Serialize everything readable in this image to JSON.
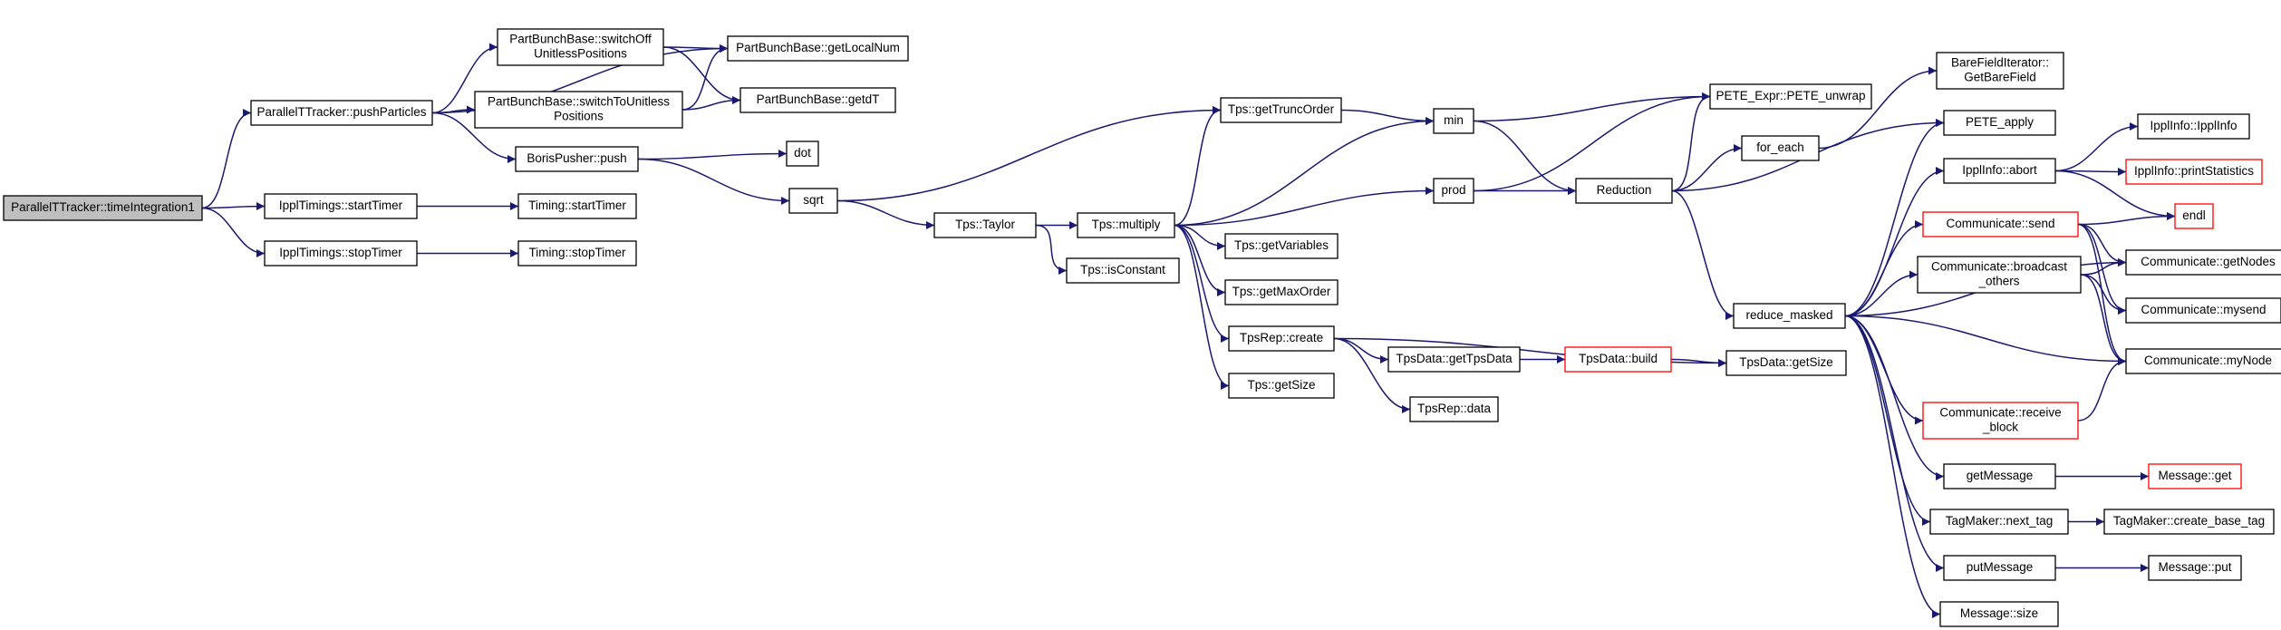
{
  "graph": {
    "title": "",
    "colors": {
      "edge": "#191970",
      "node_border": "#000000",
      "truncated_border": "#ff0000",
      "root_fill": "#bfbfbf",
      "node_fill": "#ffffff"
    },
    "nodes": [
      {
        "id": "root",
        "lines": [
          "ParallelTTracker::timeIntegration1"
        ],
        "kind": "root"
      },
      {
        "id": "pushParticles",
        "lines": [
          "ParallelTTracker::pushParticles"
        ]
      },
      {
        "id": "startTimerI",
        "lines": [
          "IpplTimings::startTimer"
        ]
      },
      {
        "id": "stopTimerI",
        "lines": [
          "IpplTimings::stopTimer"
        ]
      },
      {
        "id": "switchOff",
        "lines": [
          "PartBunchBase::switchOff",
          "UnitlessPositions"
        ]
      },
      {
        "id": "switchTo",
        "lines": [
          "PartBunchBase::switchToUnitless",
          "Positions"
        ]
      },
      {
        "id": "getLocalNum",
        "lines": [
          "PartBunchBase::getLocalNum"
        ]
      },
      {
        "id": "getdT",
        "lines": [
          "PartBunchBase::getdT"
        ]
      },
      {
        "id": "borisPush",
        "lines": [
          "BorisPusher::push"
        ]
      },
      {
        "id": "dot",
        "lines": [
          "dot"
        ]
      },
      {
        "id": "timingStart",
        "lines": [
          "Timing::startTimer"
        ]
      },
      {
        "id": "timingStop",
        "lines": [
          "Timing::stopTimer"
        ]
      },
      {
        "id": "sqrt",
        "lines": [
          "sqrt"
        ]
      },
      {
        "id": "taylor",
        "lines": [
          "Tps::Taylor"
        ]
      },
      {
        "id": "isConstant",
        "lines": [
          "Tps::isConstant"
        ]
      },
      {
        "id": "multiply",
        "lines": [
          "Tps::multiply"
        ]
      },
      {
        "id": "getTruncOrder",
        "lines": [
          "Tps::getTruncOrder"
        ]
      },
      {
        "id": "getVariables",
        "lines": [
          "Tps::getVariables"
        ]
      },
      {
        "id": "getMaxOrder",
        "lines": [
          "Tps::getMaxOrder"
        ]
      },
      {
        "id": "tpsRepCreate",
        "lines": [
          "TpsRep::create"
        ]
      },
      {
        "id": "tpsGetSize",
        "lines": [
          "Tps::getSize"
        ]
      },
      {
        "id": "min",
        "lines": [
          "min"
        ]
      },
      {
        "id": "prod",
        "lines": [
          "prod"
        ]
      },
      {
        "id": "getTpsData",
        "lines": [
          "TpsData::getTpsData"
        ]
      },
      {
        "id": "tpsRepData",
        "lines": [
          "TpsRep::data"
        ]
      },
      {
        "id": "tpsDataBuild",
        "lines": [
          "TpsData::build"
        ],
        "kind": "trunc"
      },
      {
        "id": "tpsDataGetSize",
        "lines": [
          "TpsData::getSize"
        ]
      },
      {
        "id": "peteUnwrap",
        "lines": [
          "PETE_Expr::PETE_unwrap"
        ]
      },
      {
        "id": "reduction",
        "lines": [
          "Reduction"
        ]
      },
      {
        "id": "forEach",
        "lines": [
          "for_each"
        ]
      },
      {
        "id": "reduceMasked",
        "lines": [
          "reduce_masked"
        ]
      },
      {
        "id": "bareField",
        "lines": [
          "BareFieldIterator::",
          "GetBareField"
        ]
      },
      {
        "id": "peteApply",
        "lines": [
          "PETE_apply"
        ]
      },
      {
        "id": "ipplAbort",
        "lines": [
          "IpplInfo::abort"
        ]
      },
      {
        "id": "commSend",
        "lines": [
          "Communicate::send"
        ],
        "kind": "trunc"
      },
      {
        "id": "commBroadcast",
        "lines": [
          "Communicate::broadcast",
          "_others"
        ]
      },
      {
        "id": "commReceive",
        "lines": [
          "Communicate::receive",
          "_block"
        ],
        "kind": "trunc"
      },
      {
        "id": "getMessage",
        "lines": [
          "getMessage"
        ]
      },
      {
        "id": "nextTag",
        "lines": [
          "TagMaker::next_tag"
        ]
      },
      {
        "id": "putMessage",
        "lines": [
          "putMessage"
        ]
      },
      {
        "id": "msgSize",
        "lines": [
          "Message::size"
        ]
      },
      {
        "id": "ipplInfoCtor",
        "lines": [
          "IpplInfo::IpplInfo"
        ]
      },
      {
        "id": "printStats",
        "lines": [
          "IpplInfo::printStatistics"
        ],
        "kind": "trunc"
      },
      {
        "id": "endl",
        "lines": [
          "endl"
        ],
        "kind": "trunc"
      },
      {
        "id": "getNodes",
        "lines": [
          "Communicate::getNodes"
        ]
      },
      {
        "id": "mysend",
        "lines": [
          "Communicate::mysend"
        ]
      },
      {
        "id": "myNode",
        "lines": [
          "Communicate::myNode"
        ]
      },
      {
        "id": "msgGet",
        "lines": [
          "Message::get"
        ],
        "kind": "trunc"
      },
      {
        "id": "createBaseTag",
        "lines": [
          "TagMaker::create_base_tag"
        ]
      },
      {
        "id": "msgPut",
        "lines": [
          "Message::put"
        ]
      }
    ],
    "edges": [
      [
        "root",
        "pushParticles"
      ],
      [
        "root",
        "startTimerI"
      ],
      [
        "root",
        "stopTimerI"
      ],
      [
        "pushParticles",
        "switchOff"
      ],
      [
        "pushParticles",
        "getLocalNum"
      ],
      [
        "pushParticles",
        "switchTo"
      ],
      [
        "pushParticles",
        "borisPush"
      ],
      [
        "switchOff",
        "getLocalNum"
      ],
      [
        "switchOff",
        "getdT"
      ],
      [
        "switchTo",
        "getLocalNum"
      ],
      [
        "switchTo",
        "getdT"
      ],
      [
        "startTimerI",
        "timingStart"
      ],
      [
        "stopTimerI",
        "timingStop"
      ],
      [
        "borisPush",
        "dot"
      ],
      [
        "borisPush",
        "sqrt"
      ],
      [
        "sqrt",
        "getTruncOrder"
      ],
      [
        "sqrt",
        "taylor"
      ],
      [
        "taylor",
        "multiply"
      ],
      [
        "taylor",
        "isConstant"
      ],
      [
        "multiply",
        "getTruncOrder"
      ],
      [
        "multiply",
        "min"
      ],
      [
        "multiply",
        "prod"
      ],
      [
        "multiply",
        "getVariables"
      ],
      [
        "multiply",
        "getMaxOrder"
      ],
      [
        "multiply",
        "tpsRepCreate"
      ],
      [
        "multiply",
        "tpsGetSize"
      ],
      [
        "getTruncOrder",
        "min"
      ],
      [
        "tpsRepCreate",
        "getTpsData"
      ],
      [
        "tpsRepCreate",
        "tpsRepData"
      ],
      [
        "tpsRepCreate",
        "tpsDataGetSize"
      ],
      [
        "getTpsData",
        "tpsDataBuild"
      ],
      [
        "tpsDataBuild",
        "tpsDataGetSize"
      ],
      [
        "min",
        "peteUnwrap"
      ],
      [
        "min",
        "reduction"
      ],
      [
        "prod",
        "peteUnwrap"
      ],
      [
        "prod",
        "reduction"
      ],
      [
        "reduction",
        "peteUnwrap"
      ],
      [
        "reduction",
        "forEach"
      ],
      [
        "reduction",
        "peteApply"
      ],
      [
        "reduction",
        "reduceMasked"
      ],
      [
        "forEach",
        "bareField"
      ],
      [
        "reduceMasked",
        "peteApply"
      ],
      [
        "reduceMasked",
        "ipplAbort"
      ],
      [
        "reduceMasked",
        "commSend"
      ],
      [
        "reduceMasked",
        "getNodes"
      ],
      [
        "reduceMasked",
        "commBroadcast"
      ],
      [
        "reduceMasked",
        "myNode"
      ],
      [
        "reduceMasked",
        "commReceive"
      ],
      [
        "reduceMasked",
        "getMessage"
      ],
      [
        "reduceMasked",
        "nextTag"
      ],
      [
        "reduceMasked",
        "putMessage"
      ],
      [
        "reduceMasked",
        "msgSize"
      ],
      [
        "ipplAbort",
        "ipplInfoCtor"
      ],
      [
        "ipplAbort",
        "printStats"
      ],
      [
        "ipplAbort",
        "endl"
      ],
      [
        "commSend",
        "endl"
      ],
      [
        "commSend",
        "getNodes"
      ],
      [
        "commSend",
        "mysend"
      ],
      [
        "commSend",
        "myNode"
      ],
      [
        "commBroadcast",
        "getNodes"
      ],
      [
        "commBroadcast",
        "mysend"
      ],
      [
        "commBroadcast",
        "myNode"
      ],
      [
        "commReceive",
        "myNode"
      ],
      [
        "getMessage",
        "msgGet"
      ],
      [
        "nextTag",
        "createBaseTag"
      ],
      [
        "putMessage",
        "msgPut"
      ]
    ]
  }
}
